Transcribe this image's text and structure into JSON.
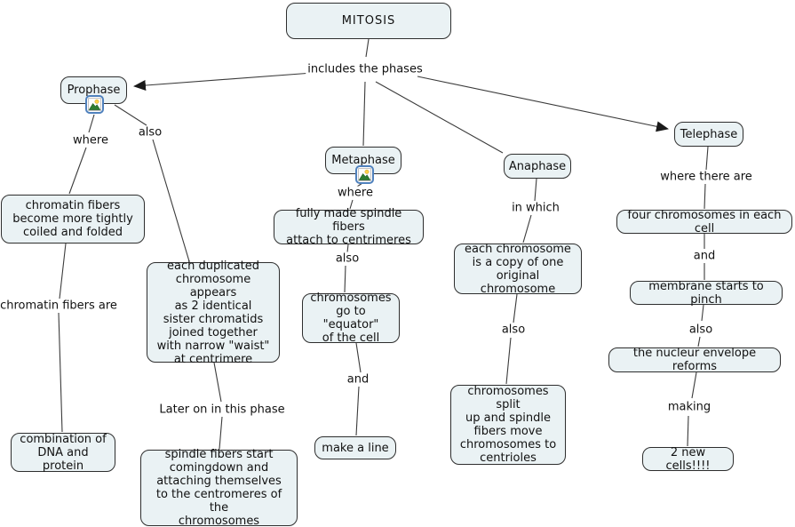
{
  "title": "MITOSIS concept map",
  "nodes": {
    "mitosis": "MITOSIS",
    "prophase": "Prophase",
    "metaphase": "Metaphase",
    "anaphase": "Anaphase",
    "telephase": "Telephase",
    "chromatin_fibers": "chromatin fibers\nbecome more tightly\ncoiled and folded",
    "combination": "combination of\nDNA and protein",
    "each_duplicated": "each duplicated\nchromosome appears\nas 2 identical\nsister chromatids\njoined together\nwith narrow \"waist\"\nat centrimere",
    "spindle_start": "spindle fibers start\ncomingdown and\nattaching themselves\nto the centromeres of the\nchromosomes",
    "fully_made": "fully made spindle fibers\nattach to centrimeres",
    "equator": "chromosomes\ngo to \"equator\"\nof the cell",
    "make_a_line": "make a line",
    "each_chromosome": "each chromosome\nis a copy of one\noriginal chromosome",
    "chromosomes_split": "chromosomes split\nup and spindle\nfibers move\nchromosomes to\ncentrioles",
    "four_chromosomes": "four chromosomes in each cell",
    "membrane_pinch": "membrane starts to pinch",
    "nucleur_envelope": "the nucleur envelope reforms",
    "two_new_cells": "2 new cells!!!!"
  },
  "edge_labels": {
    "includes": "includes the phases",
    "where_prophase": "where",
    "also_prophase": "also",
    "chromatin_are": "chromatin fibers are",
    "later_on": "Later on in this phase",
    "where_metaphase": "where",
    "also_metaphase": "also",
    "and_metaphase": "and",
    "in_which": "in which",
    "also_anaphase": "also",
    "where_there_are": "where there are",
    "and_telephase": "and",
    "also_telephase": "also",
    "making": "making"
  },
  "icons": {
    "prophase_image": "image-icon",
    "metaphase_image": "image-icon"
  },
  "colors": {
    "node_fill": "#eaf2f4",
    "node_border": "#2e2e2e",
    "connector": "#3b3b3b",
    "icon_border": "#4f81bd",
    "background": "#ffffff"
  }
}
